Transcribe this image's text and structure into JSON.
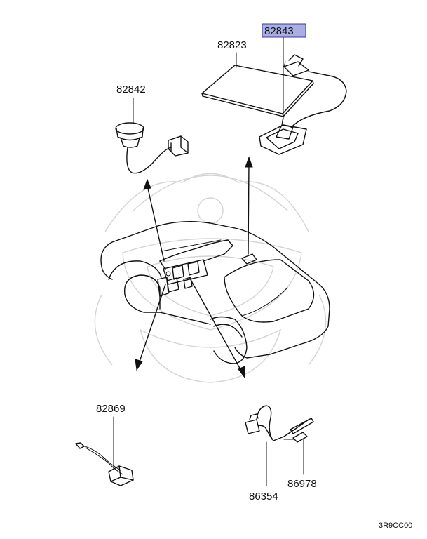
{
  "diagram": {
    "watermark_icon": "samurai-helmet-watermark",
    "highlight_color": "#a9aee3",
    "parts": {
      "p82823": "82823",
      "p82843": "82843",
      "p82842": "82842",
      "p82869": "82869",
      "p86354": "86354",
      "p86978": "86978"
    },
    "diagram_code": "3R9CC00"
  }
}
